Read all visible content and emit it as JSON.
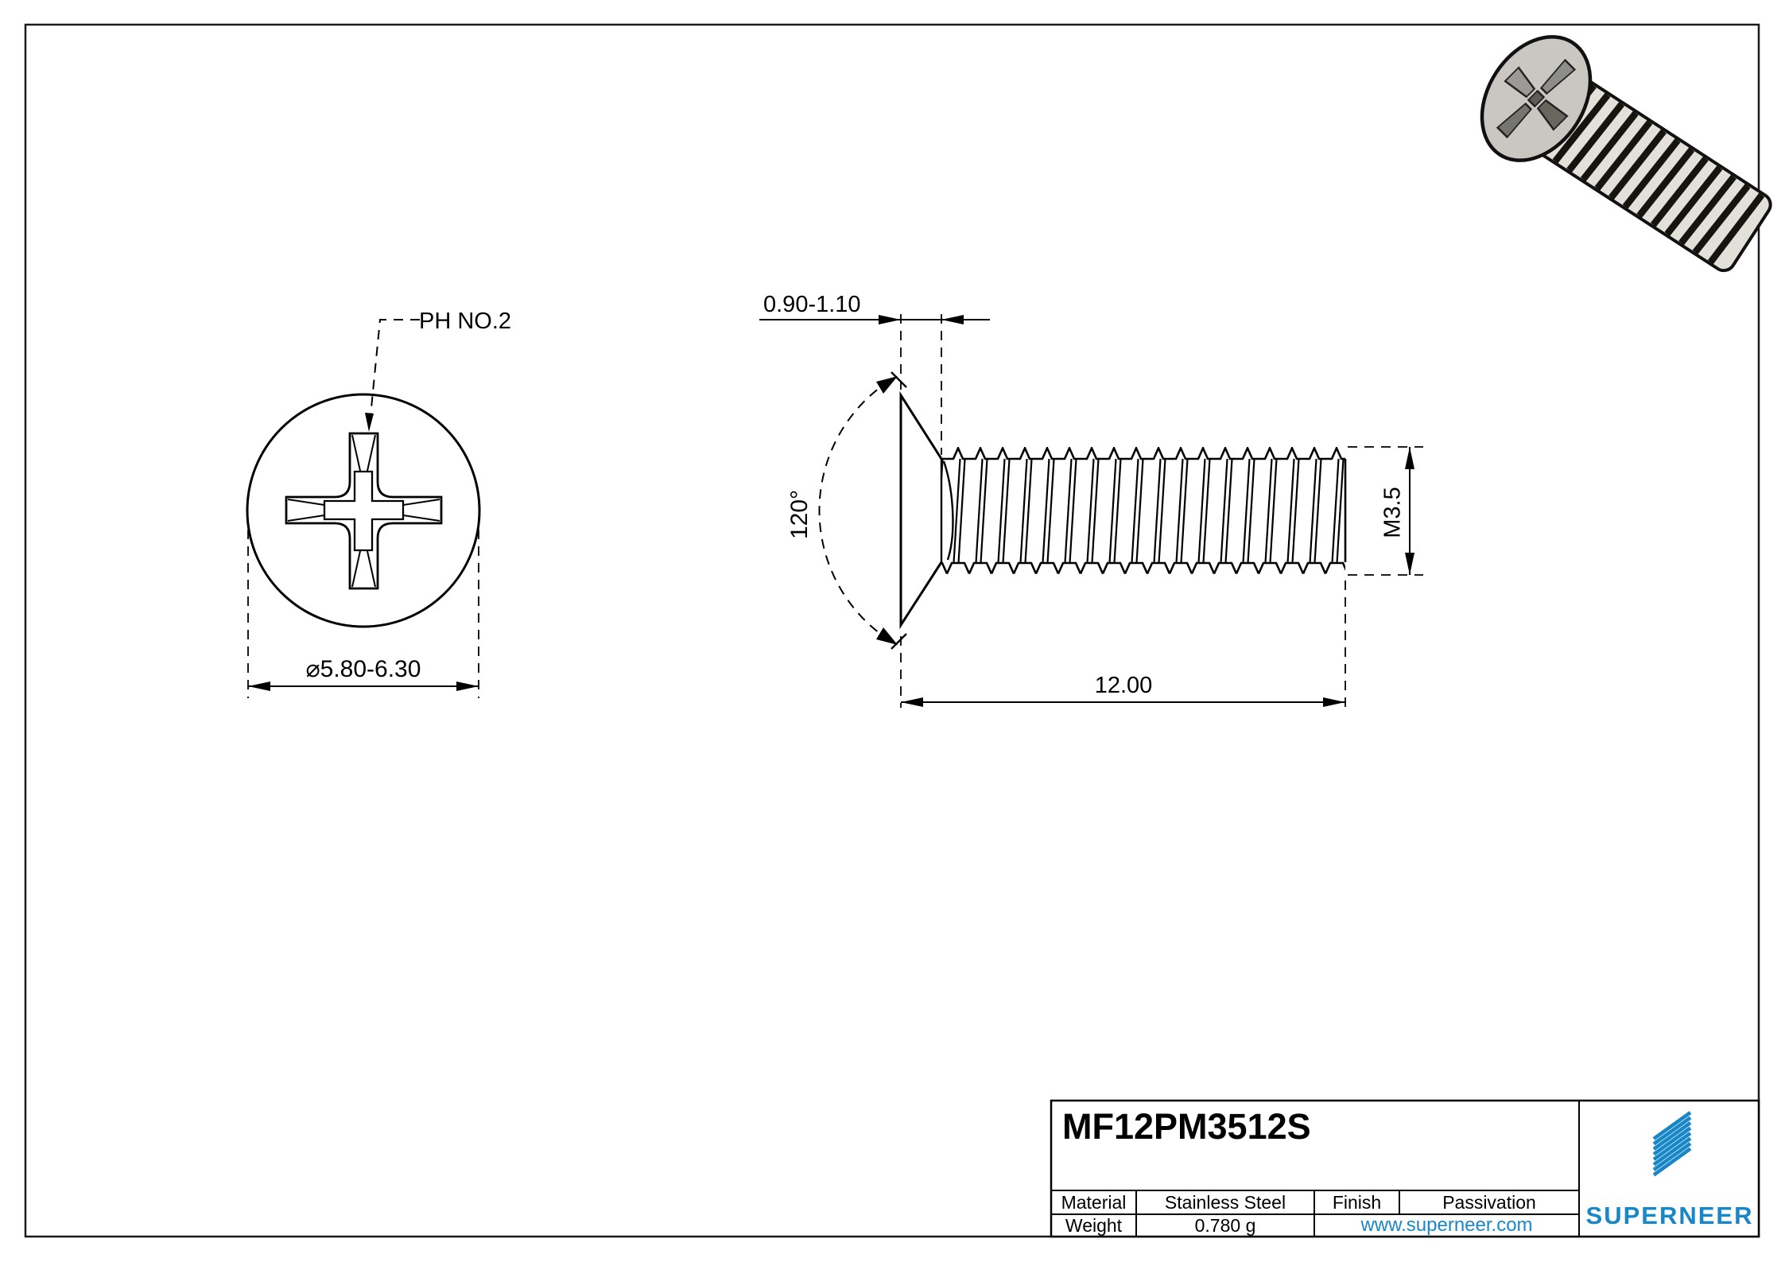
{
  "sheet": {
    "part_number": "MF12PM3512S",
    "views": {
      "front": {
        "drive_label": "PH NO.2",
        "head_diameter": "⌀5.80-6.30"
      },
      "side": {
        "head_height": "0.90-1.10",
        "countersink_angle": "120°",
        "thread_size": "M3.5",
        "length": "12.00"
      }
    },
    "title_block": {
      "material_label": "Material",
      "material_value": "Stainless Steel",
      "finish_label": "Finish",
      "finish_value": "Passivation",
      "weight_label": "Weight",
      "weight_value": "0.780 g",
      "website": "www.superneer.com",
      "brand": "SUPERNEER"
    },
    "colors": {
      "brand_blue": "#1787c8",
      "link_blue": "#1a87c9",
      "line_black": "#000000",
      "metal_light": "#cac7c2",
      "metal_shadow": "#75746f"
    }
  }
}
